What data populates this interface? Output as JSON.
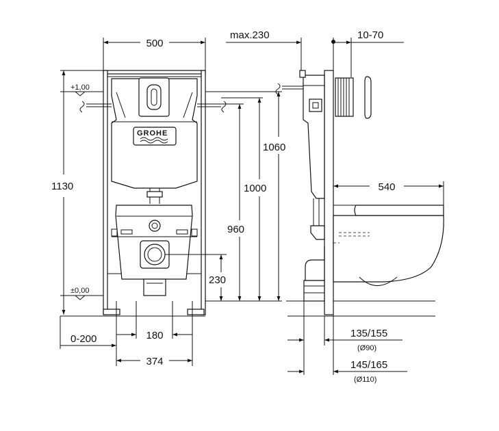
{
  "brand": {
    "logo_text": "GROHE"
  },
  "front_view": {
    "width_500": "500",
    "level_plus": "+1,00",
    "level_zero": "±0,00",
    "height_1130": "1130",
    "height_1060": "1060",
    "height_1000": "1000",
    "height_960": "960",
    "height_230": "230",
    "width_180": "180",
    "width_374": "374",
    "offset_0_200": "0-200"
  },
  "side_view": {
    "depth_max230": "max.230",
    "depth_10_70": "10-70",
    "length_540": "540",
    "dim_135_155": "135/155",
    "dia_90": "(Ø90)",
    "dim_145_165": "145/165",
    "dia_110": "(Ø110)"
  }
}
